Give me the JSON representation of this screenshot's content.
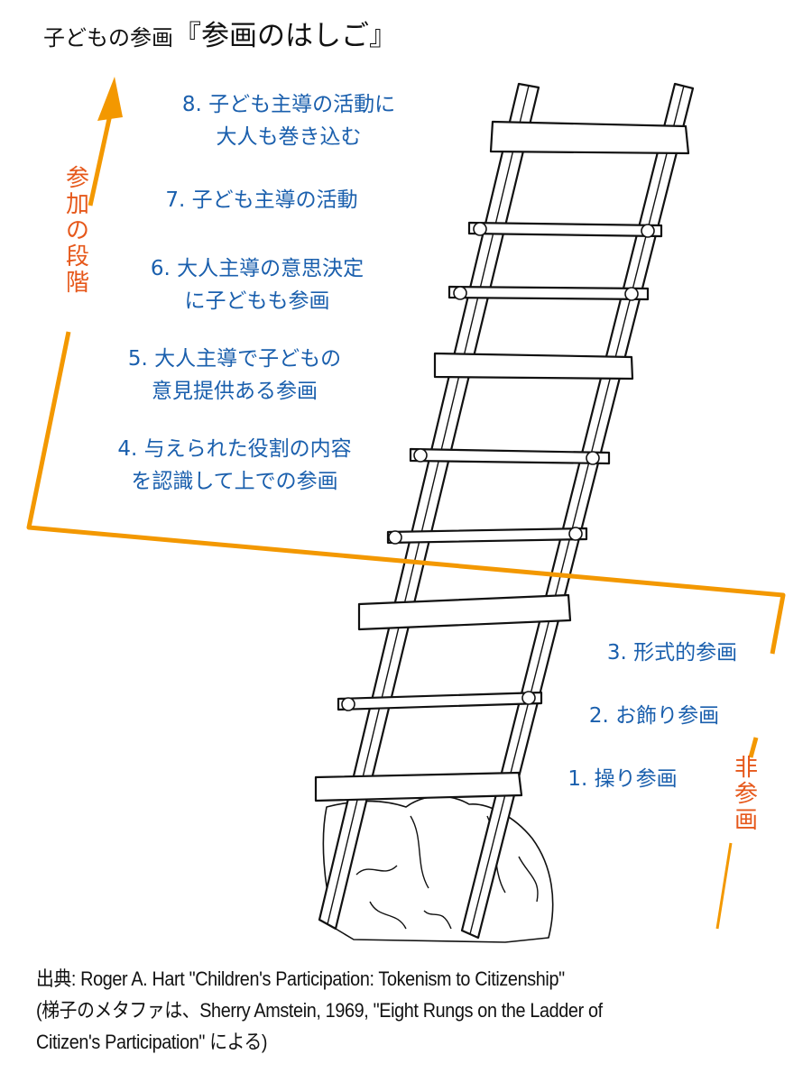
{
  "title": {
    "prefix": "子どもの参画",
    "main": "『参画のはしご』"
  },
  "colors": {
    "rung_text": "#1a5fad",
    "category_text": "#e6581b",
    "arrow": "#f39800",
    "ink": "#111111"
  },
  "categories": {
    "participation": {
      "label": "参加の段階",
      "chars": [
        "参",
        "加",
        "の",
        "段",
        "階"
      ]
    },
    "non_participation": {
      "label": "非参画",
      "chars": [
        "非",
        "参",
        "画"
      ]
    }
  },
  "rungs": [
    {
      "number": "8.",
      "lines": [
        "8. 子ども主導の活動に",
        "大人も巻き込む"
      ]
    },
    {
      "number": "7.",
      "lines": [
        "7. 子ども主導の活動"
      ]
    },
    {
      "number": "6.",
      "lines": [
        "6. 大人主導の意思決定",
        "に子どもも参画"
      ]
    },
    {
      "number": "5.",
      "lines": [
        "5. 大人主導で子どもの",
        "意見提供ある参画"
      ]
    },
    {
      "number": "4.",
      "lines": [
        "4. 与えられた役割の内容",
        "を認識して上での参画"
      ]
    },
    {
      "number": "3.",
      "lines": [
        "3. 形式的参画"
      ]
    },
    {
      "number": "2.",
      "lines": [
        "2. お飾り参画"
      ]
    },
    {
      "number": "1.",
      "lines": [
        "1. 操り参画"
      ]
    }
  ],
  "source": {
    "line1": "出典: Roger A. Hart  \"Children's Participation: Tokenism to Citizenship\"",
    "line2": "(梯子のメタファは、Sherry Amstein, 1969, \"Eight Rungs on the Ladder of",
    "line3": " Citizen's Participation\" による)"
  },
  "illustration": {
    "name": "ladder-drawing",
    "rung_count": 8
  }
}
